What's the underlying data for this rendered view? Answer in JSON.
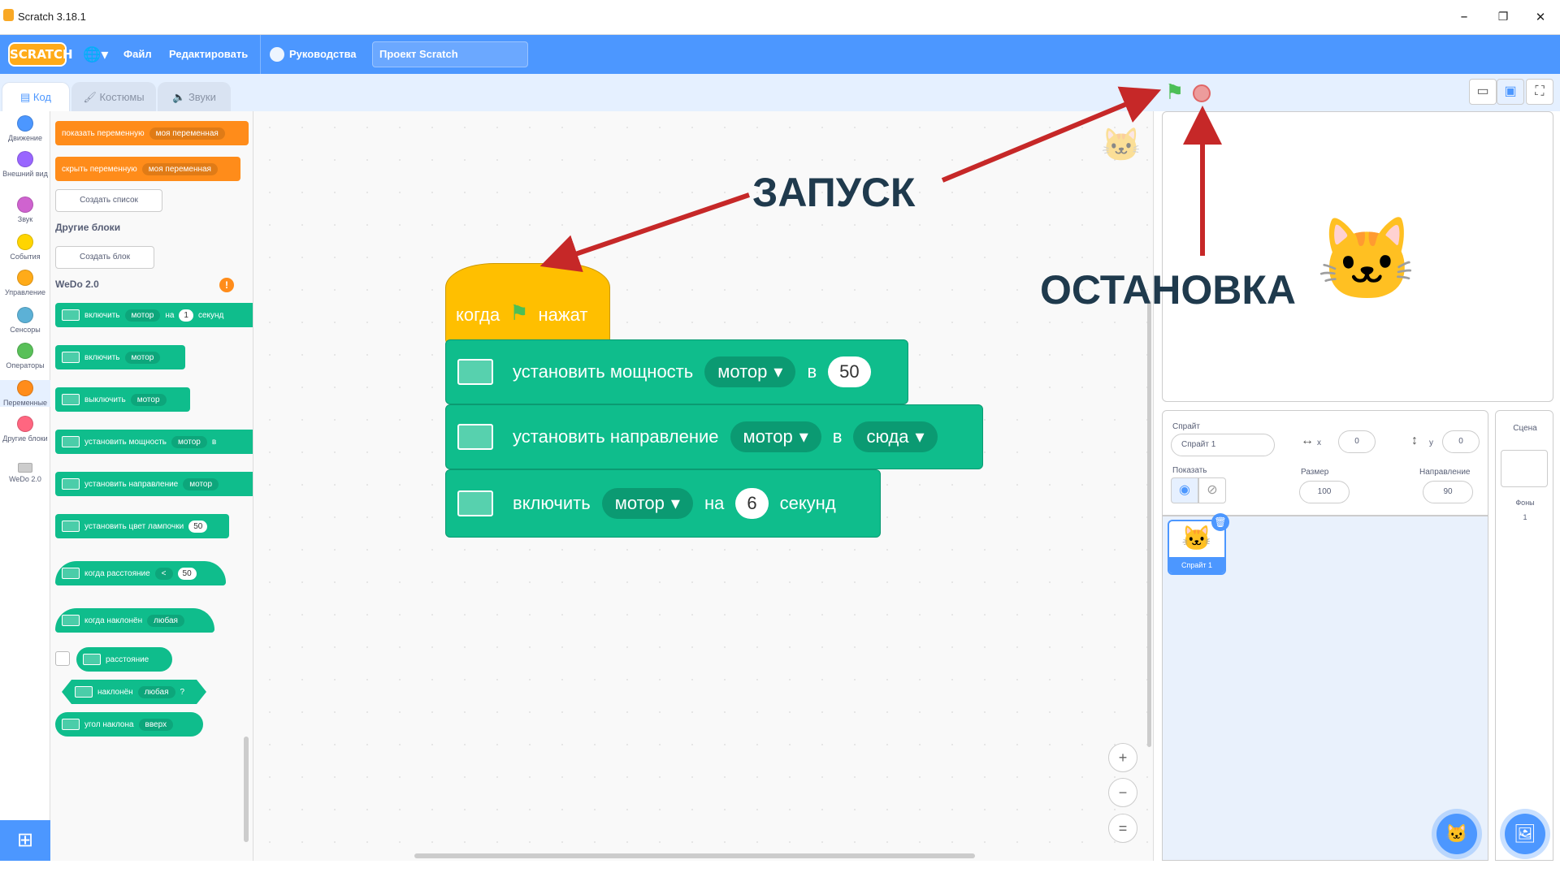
{
  "window": {
    "title": "Scratch 3.18.1",
    "minimize": "–",
    "restore": "❐",
    "close": "✕"
  },
  "menu": {
    "logo": "SCRATCH",
    "lang_icon": "🌐▾",
    "file": "Файл",
    "edit": "Редактировать",
    "tutorials": "Руководства",
    "project_title": "Проект Scratch"
  },
  "tabs": {
    "code": "Код",
    "costumes": "Костюмы",
    "sounds": "Звуки"
  },
  "categories": [
    {
      "label": "Движение",
      "color": "#4c97ff"
    },
    {
      "label": "Внешний вид",
      "color": "#9966ff"
    },
    {
      "label": "Звук",
      "color": "#cf63cf"
    },
    {
      "label": "События",
      "color": "#ffd500"
    },
    {
      "label": "Управление",
      "color": "#ffab19"
    },
    {
      "label": "Сенсоры",
      "color": "#5cb1d6"
    },
    {
      "label": "Операторы",
      "color": "#59c059"
    },
    {
      "label": "Переменные",
      "color": "#ff8c1a"
    },
    {
      "label": "Другие блоки",
      "color": "#ff6680"
    },
    {
      "label": "WeDo 2.0",
      "color": "#cccccc"
    }
  ],
  "palette": {
    "show_var": "показать переменную",
    "hide_var": "скрыть переменную",
    "var_name": "моя переменная",
    "make_list": "Создать список",
    "other_blocks": "Другие блоки",
    "make_block": "Создать блок",
    "wedo_title": "WeDo 2.0",
    "motor_on_for": "включить",
    "motor": "мотор",
    "on": "на",
    "seconds_short": "секунд",
    "one": "1",
    "motor_on": "включить",
    "motor_off": "выключить",
    "set_power": "установить мощность",
    "in": "в",
    "set_direction": "установить направление",
    "set_light": "установить цвет лампочки",
    "fifty": "50",
    "when_distance": "когда расстояние",
    "less": "<",
    "when_tilted": "когда наклонён",
    "any": "любая",
    "distance": "расстояние",
    "tilted": "наклонён",
    "question": "?",
    "tilt_angle": "угол наклона",
    "up": "вверх"
  },
  "script": {
    "when_flag": "когда",
    "clicked": "нажат",
    "set_power": "установить мощность",
    "motor": "мотор",
    "in": "в",
    "power_value": "50",
    "set_direction": "установить направление",
    "direction_value": "сюда",
    "motor_on": "включить",
    "on": "на",
    "seconds_value": "6",
    "seconds": "секунд"
  },
  "annotations": {
    "start": "ЗАПУСК",
    "stop": "ОСТАНОВКА"
  },
  "sprite_info": {
    "sprite_label": "Спрайт",
    "sprite_name": "Спрайт 1",
    "x_label": "x",
    "x": "0",
    "y_label": "y",
    "y": "0",
    "show_label": "Показать",
    "size_label": "Размер",
    "size": "100",
    "direction_label": "Направление",
    "direction": "90"
  },
  "sprite_tile": {
    "name": "Спрайт 1"
  },
  "stage_pane": {
    "title": "Сцена",
    "backdrops_label": "Фоны",
    "backdrops_count": "1"
  },
  "colors": {
    "accent": "#4c97ff",
    "event": "#ffbf00",
    "wedo": "#0fbd8c",
    "variables": "#ff8c1a",
    "annotation_arrow": "#c62828"
  }
}
